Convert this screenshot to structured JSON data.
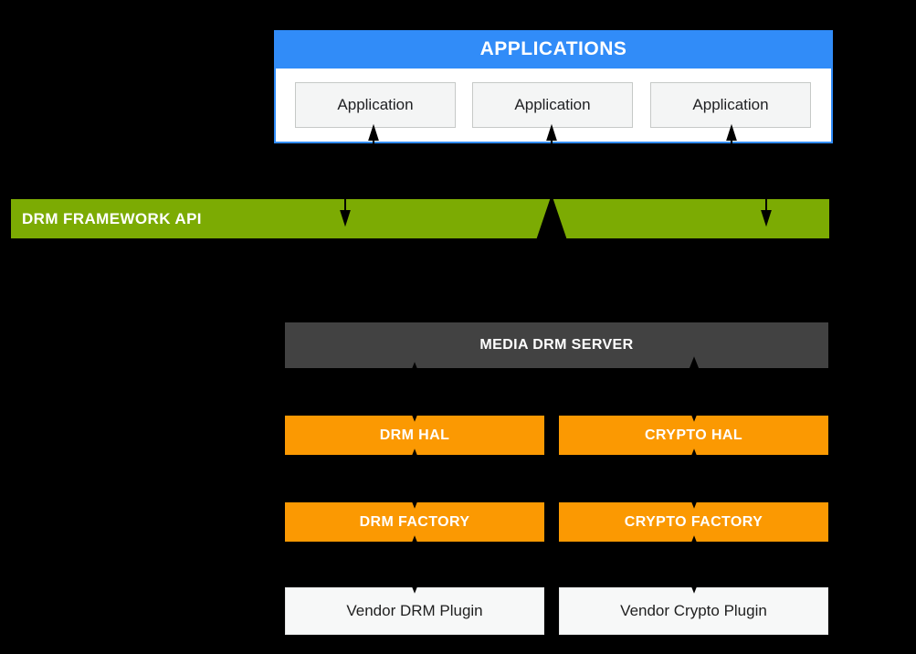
{
  "colors": {
    "bg": "#000000",
    "blue": "#318CF8",
    "green": "#7CAB03",
    "orange": "#FB9902",
    "gray": "#424242",
    "boxfill": "#F4F5F5",
    "boxborder": "#C6C9C7",
    "vendorfill": "#F7F8F8"
  },
  "applications": {
    "title": "APPLICATIONS",
    "items": [
      {
        "label": "Application"
      },
      {
        "label": "Application"
      },
      {
        "label": "Application"
      }
    ]
  },
  "framework_api": {
    "label": "DRM FRAMEWORK API"
  },
  "media_drm_server": {
    "label": "MEDIA DRM SERVER"
  },
  "hal": {
    "drm": "DRM HAL",
    "crypto": "CRYPTO HAL"
  },
  "factory": {
    "drm": "DRM FACTORY",
    "crypto": "CRYPTO FACTORY"
  },
  "vendor": {
    "drm": "Vendor DRM Plugin",
    "crypto": "Vendor Crypto Plugin"
  }
}
